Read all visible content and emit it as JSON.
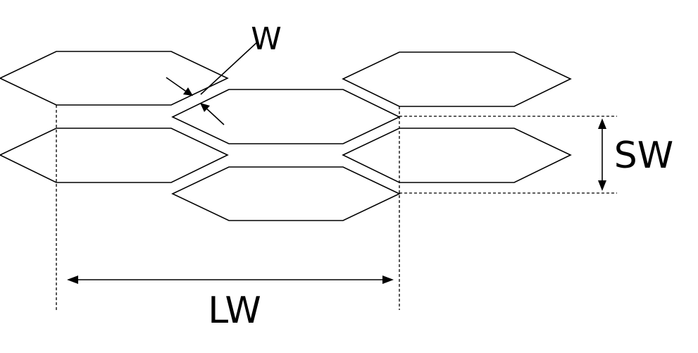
{
  "labels": {
    "w": "W",
    "sw": "SW",
    "lw": "LW"
  },
  "colors": {
    "stroke": "#000000",
    "fill": "#ffffff",
    "background": "#ffffff"
  }
}
